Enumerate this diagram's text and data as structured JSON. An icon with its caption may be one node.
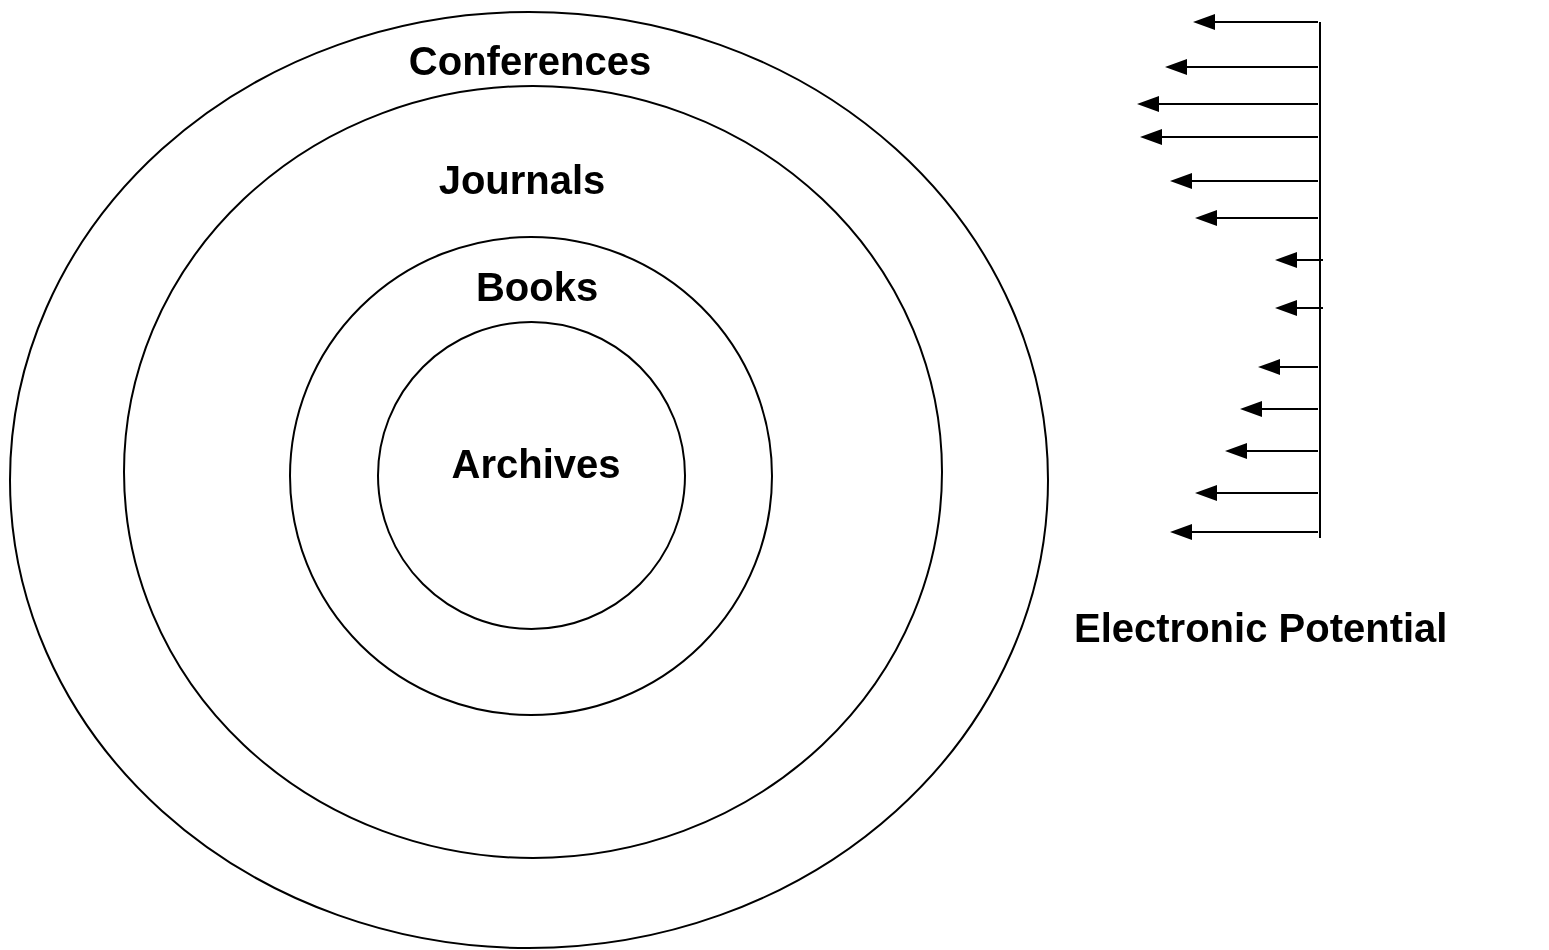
{
  "diagram": {
    "nodes": [
      {
        "text": [
          "Conferences"
        ]
      },
      {
        "text": [
          "Journals"
        ],
        "in": 0
      },
      {
        "text": [
          "Books"
        ],
        "in": 1
      },
      {
        "text": [
          "Archives"
        ],
        "in": 2
      }
    ],
    "labels": [
      "Electronic Potential"
    ]
  }
}
